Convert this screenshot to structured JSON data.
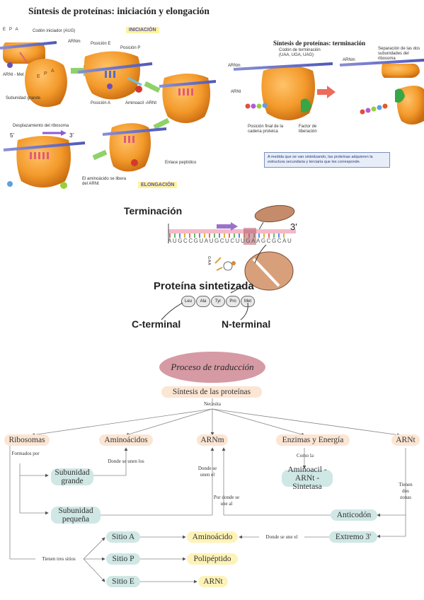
{
  "top": {
    "title": "Síntesis de proteínas: iniciación y elongación",
    "iniciacion_badge": "INICIACIÓN",
    "elongacion_badge": "ELONGACIÓN",
    "epa": "E   P   A",
    "labels": {
      "codon_iniciador": "Codón iniciador (AUG)",
      "arnm": "ARNm",
      "arnt_met": "ARNt - Met",
      "subunidad_grande": "Subunidad grande",
      "posicion_e": "Posición E",
      "posicion_p": "Posición P",
      "posicion_a": "Posición A",
      "aminoacil_arnt": "Aminoacil -ARNt",
      "desplazamiento": "Desplazamiento del ribosoma",
      "cinco": "5'",
      "tres": "3'",
      "enlace_peptidico": "Enlace peptídico",
      "aminoacido_libera": "El aminoácido se libera del ARNt"
    }
  },
  "term_panel": {
    "title": "Síntesis de proteínas: terminación",
    "codon_terminacion": "Codón de terminación (UAA, UGA, UAG)",
    "arnm": "ARNm",
    "arnm2": "ARNm",
    "arnt": "ARNt",
    "separacion": "Separación de las dos subunidades del ribosoma",
    "posicion_final": "Posición final de la cadena proteica",
    "factor_liberacion": "Factor de liberación",
    "note": "A medida que se van sintetizando, las proteínas adquieren la estructura secundaria y terciaria que les corresponde."
  },
  "middle": {
    "title": "Terminación",
    "three_prime": "3'",
    "sequence": "AUGCCGUAUGCUCUUGAAGCGCAU",
    "anticodon": "G A A",
    "proteina": "Proteína sintetizada",
    "aminoacids": [
      "Leu",
      "Ala",
      "Tyr",
      "Pro",
      "Met"
    ],
    "c_terminal": "C-terminal",
    "n_terminal": "N-terminal"
  },
  "map": {
    "title": "Proceso de traducción",
    "root": "Síntesis de las proteínas",
    "necesita": "Necesita",
    "ribosomas": "Ribosomas",
    "aminoacidos": "Aminoácidos",
    "arnm": "ARNm",
    "enzimas": "Enzimas y Energía",
    "arnt": "ARNt",
    "formados_por": "Formados por",
    "donde_se_unen_los": "Donde se unen los",
    "donde_se_unen_el": "Donde se unen el",
    "como_la": "Como la",
    "tienen_dos_zonas": "Tienen dos zonas",
    "subunidad_grande": "Subunidad grande",
    "subunidad_pequena": "Subunidad pequeña",
    "aminoacil_sintetasa": "Aminoacil -ARNt -Sintetasa",
    "por_donde_se_une_al": "Por donde se une al",
    "anticodon": "Anticodón",
    "sitio_a": "Sitio A",
    "sitio_p": "Sitio P",
    "sitio_e": "Sitio E",
    "aminoacido": "Aminoácido",
    "polipeptido": "Polipéptido",
    "arnt_leaf": "ARNt",
    "extremo3": "Extremo 3'",
    "donde_se_une_el": "Donde se une el",
    "tienen_tres_sitios": "Tienen tres sitios"
  }
}
